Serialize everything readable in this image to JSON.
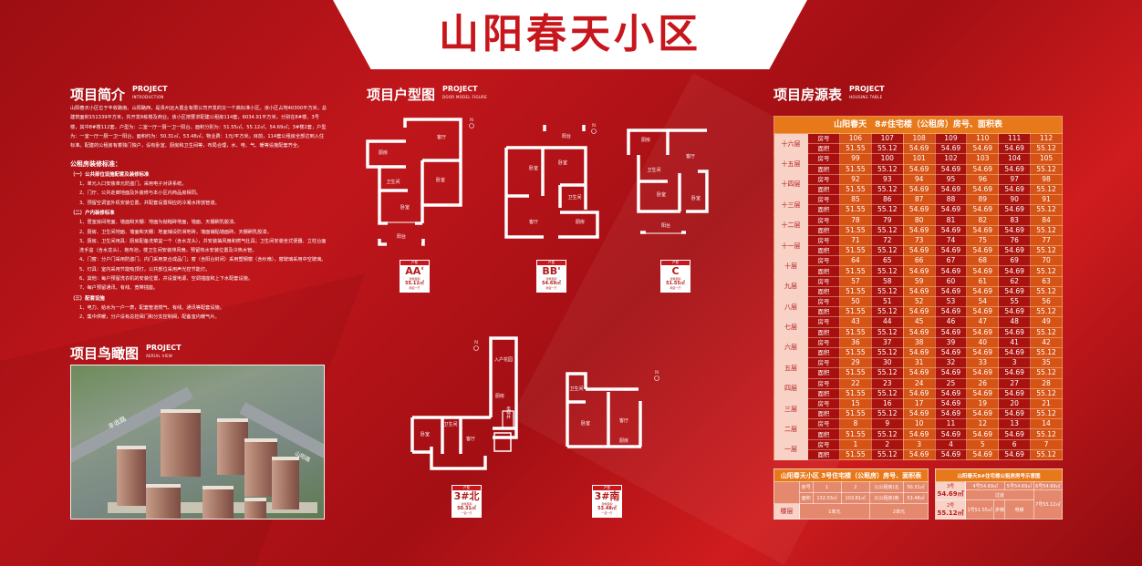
{
  "title": "山阳春天小区",
  "intro": {
    "zh": "项目简介",
    "en": "PROJECT",
    "sub": "INTRODUCTION",
    "paragraph": "山阳春天小区位于丰收路南、山阳路西，是贵州远大置业有限公司开发的又一个高标准小区。该小区占地40300平方米，总建筑面积151339平方米，共开发8栋楼及商业。该小区按要求配建公租房114套，6034.91平方米，分别在8#楼、3号楼，其中8#楼112套，户型为：二室一厅一厨一卫一阳台，面积分别为：51.55㎡、55.12㎡、54.69㎡；3#楼2套，户型为：一室一厅一厨一卫一阳台，面积约为：50.31㎡、53.48㎡，物业费：1元/平方米。目前，114套公租房全部达到入住标准。配建的公租房有着独门独户，设有卧室、厨房和卫生间等，布局合理，水、电、气、暖等设施配套齐全。",
    "std_title": "公租房装修标准：",
    "groups": [
      {
        "title": "（一）公共部位设施配套及装修标准",
        "items": [
          "1、单元入口安装单元防盗门，采用电子对讲系统。",
          "2、门厅、公共走廊地面及外装修与本小区内商品房相同。",
          "3、预留空调室外机安装位置，并配套设置相应的冷凝水排放管道。"
        ]
      },
      {
        "title": "（二）户内装修标准",
        "items": [
          "1、居室房间地面、墙面和天棚：地面为抛釉砖地面，墙面、天棚刷乳胶漆。",
          "2、厨房、卫生间地面、墙面和天棚：地面铺设防滑地砖，墙面铺贴墙面砖，天棚刷乳胶漆。",
          "3、厨房、卫生间用具：厨房配备洗菜盆一个（含水龙头），并安装抽风扇和燃气灶具；卫生间安装坐式便器、立柱台面洗手盆（含水龙头）、拖布池，楼卫生间安装排风扇，预留热水安装位置及冷热水管。",
          "4、门窗：分户门采用防盗门，内门采用复合成品门；窗（含阳台封闭）采用塑钢窗（含纱扇），窗玻璃采用中空玻璃。",
          "5、灯具：室内采用节能吸顶灯，公共部位采用声光控节能灯。",
          "6、其他：每户预留洗衣机的安装位置，并设置电源、空调插座和上下水配套设施。",
          "7、每户预留通讯、有线、宽带插座。"
        ]
      },
      {
        "title": "（三）配套设施",
        "items": [
          "1、电力、给水为一户一表，配套管道燃气、有线、通讯等配套设施。",
          "2、集中供暖，分户设有总控阀门和分支控制阀，配备室内暖气片。"
        ]
      }
    ]
  },
  "aerial": {
    "zh": "项目鸟瞰图",
    "en": "PROJECT",
    "sub": "AERIAL VIEW",
    "road1": "丰收路",
    "road2": "山阳路"
  },
  "plans": {
    "zh": "项目户型图",
    "en": "PROJECT",
    "sub": "DOOR MODEL FIGURE",
    "north": "N",
    "rooms": {
      "living": "客厅",
      "kitchen": "厨房",
      "bath": "卫生间",
      "bed": "卧室",
      "balcony": "阳台",
      "garden": "入户花园",
      "elevator": "电梯井"
    },
    "units": [
      {
        "type_label": "户型",
        "name": "AA'",
        "area_label": "建筑面积",
        "area": "55.12㎡",
        "layout": "两室一厅"
      },
      {
        "type_label": "户型",
        "name": "BB'",
        "area_label": "建筑面积",
        "area": "54.69㎡",
        "layout": "两室一厅"
      },
      {
        "type_label": "户型",
        "name": "C",
        "area_label": "建筑面积",
        "area": "51.55㎡",
        "layout": "两室一厅"
      },
      {
        "type_label": "户型",
        "name": "3#北",
        "area_label": "建筑面积",
        "area": "50.31㎡",
        "layout": "一室一厅"
      },
      {
        "type_label": "户型",
        "name": "3#南",
        "area_label": "建筑面积",
        "area": "53.48㎡",
        "layout": "一室一厅"
      }
    ]
  },
  "housing": {
    "zh": "项目房源表",
    "en": "PROJECT",
    "sub": "HOUSING TABLE",
    "table_title": "山阳春天　8#住宅楼（公租房）房号、面积表",
    "room_label": "房号",
    "area_label": "面积",
    "areas": [
      "51.55",
      "55.12",
      "54.69",
      "54.69",
      "54.69",
      "54.69",
      "55.12"
    ],
    "floors": [
      {
        "name": "十六层",
        "rooms": [
          "106",
          "107",
          "108",
          "109",
          "110",
          "111",
          "112"
        ]
      },
      {
        "name": "十五层",
        "rooms": [
          "99",
          "100",
          "101",
          "102",
          "103",
          "104",
          "105"
        ]
      },
      {
        "name": "十四层",
        "rooms": [
          "92",
          "93",
          "94",
          "95",
          "96",
          "97",
          "98"
        ]
      },
      {
        "name": "十三层",
        "rooms": [
          "85",
          "86",
          "87",
          "88",
          "89",
          "90",
          "91"
        ]
      },
      {
        "name": "十二层",
        "rooms": [
          "78",
          "79",
          "80",
          "81",
          "82",
          "83",
          "84"
        ]
      },
      {
        "name": "十一层",
        "rooms": [
          "71",
          "72",
          "73",
          "74",
          "75",
          "76",
          "77"
        ]
      },
      {
        "name": "十层",
        "rooms": [
          "64",
          "65",
          "66",
          "67",
          "68",
          "69",
          "70"
        ]
      },
      {
        "name": "九层",
        "rooms": [
          "57",
          "58",
          "59",
          "60",
          "61",
          "62",
          "63"
        ]
      },
      {
        "name": "八层",
        "rooms": [
          "50",
          "51",
          "52",
          "53",
          "54",
          "55",
          "56"
        ]
      },
      {
        "name": "七层",
        "rooms": [
          "43",
          "44",
          "45",
          "46",
          "47",
          "48",
          "49"
        ]
      },
      {
        "name": "六层",
        "rooms": [
          "36",
          "37",
          "38",
          "39",
          "40",
          "41",
          "42"
        ]
      },
      {
        "name": "五层",
        "rooms": [
          "29",
          "30",
          "31",
          "32",
          "33",
          "3",
          "35"
        ]
      },
      {
        "name": "四层",
        "rooms": [
          "22",
          "23",
          "24",
          "25",
          "26",
          "27",
          "28"
        ]
      },
      {
        "name": "三层",
        "rooms": [
          "15",
          "16",
          "17",
          "54.69",
          "19",
          "20",
          "21"
        ]
      },
      {
        "name": "二层",
        "rooms": [
          "8",
          "9",
          "10",
          "11",
          "12",
          "13",
          "14"
        ]
      },
      {
        "name": "一层",
        "rooms": [
          "1",
          "2",
          "3",
          "4",
          "5",
          "6",
          "7"
        ]
      }
    ]
  },
  "building3": {
    "title": "山阳春天小区 3号住宅楼（公租房）房号、面积表",
    "room_label": "房号",
    "area_label": "面积",
    "floor_label": "楼层",
    "r1": "1",
    "r2": "2",
    "a1": "132.03㎡",
    "a2": "103.81㎡",
    "n1": "1(公租房)北",
    "n1a": "50.31㎡",
    "n2": "2(公租房)南",
    "n2a": "53.48㎡",
    "u1": "1单元",
    "u2": "2单元"
  },
  "diagram": {
    "title": "山阳春天8#住宅楼公租房房号示意图",
    "c3": "3号",
    "c3a": "54.69㎡",
    "c2": "2号",
    "c2a": "55.12㎡",
    "c4": "4号54.69㎡",
    "c5": "5号54.69㎡",
    "c6": "6号54.69㎡",
    "corr": "过道",
    "c1": "1号51.55㎡",
    "stair": "步梯",
    "lift": "电梯",
    "c7": "7号55.12㎡"
  }
}
